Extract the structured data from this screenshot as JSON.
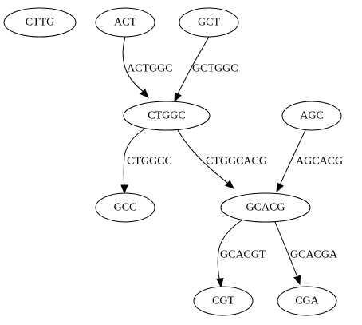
{
  "graph": {
    "nodes": [
      {
        "id": "cttg",
        "label": "CTTG"
      },
      {
        "id": "act",
        "label": "ACT"
      },
      {
        "id": "gct",
        "label": "GCT"
      },
      {
        "id": "ctggc",
        "label": "CTGGC"
      },
      {
        "id": "agc",
        "label": "AGC"
      },
      {
        "id": "gcc",
        "label": "GCC"
      },
      {
        "id": "gcacg",
        "label": "GCACG"
      },
      {
        "id": "cgt",
        "label": "CGT"
      },
      {
        "id": "cga",
        "label": "CGA"
      }
    ],
    "edges": [
      {
        "id": "act-ctggc",
        "from": "act",
        "to": "ctggc",
        "label": "ACTGGC"
      },
      {
        "id": "gct-ctggc",
        "from": "gct",
        "to": "ctggc",
        "label": "GCTGGC"
      },
      {
        "id": "ctggc-gcc",
        "from": "ctggc",
        "to": "gcc",
        "label": "CTGGCC"
      },
      {
        "id": "ctggc-gcacg",
        "from": "ctggc",
        "to": "gcacg",
        "label": "CTGGCACG"
      },
      {
        "id": "agc-gcacg",
        "from": "agc",
        "to": "gcacg",
        "label": "AGCACG"
      },
      {
        "id": "gcacg-cgt",
        "from": "gcacg",
        "to": "cgt",
        "label": "GCACGT"
      },
      {
        "id": "gcacg-cga",
        "from": "gcacg",
        "to": "cga",
        "label": "GCACGA"
      }
    ]
  }
}
